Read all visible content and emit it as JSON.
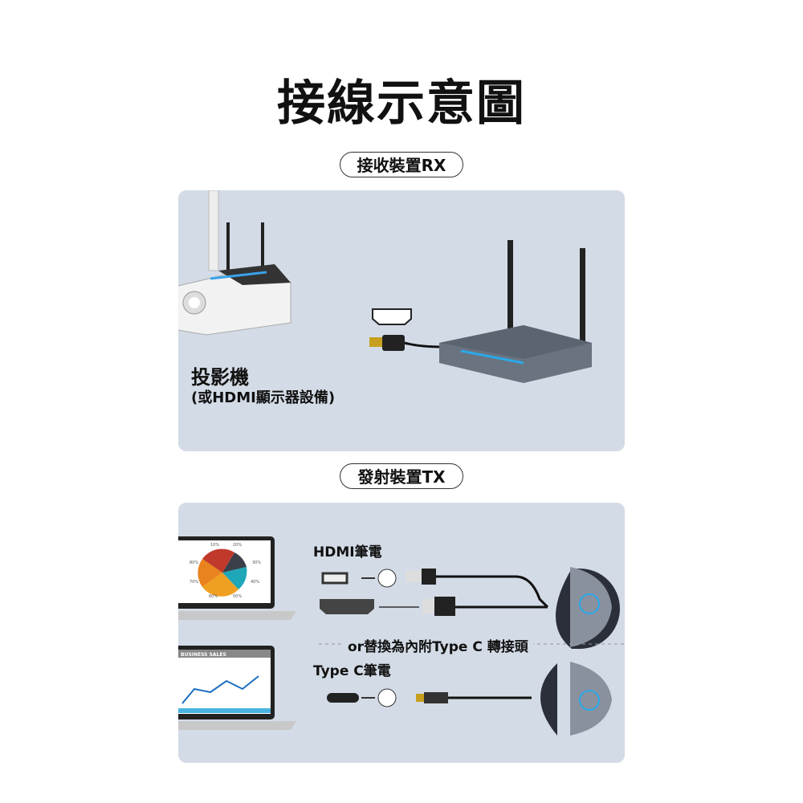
{
  "title": "接線示意圖",
  "rx": {
    "label": "接收裝置RX",
    "device_name": "投影機",
    "device_sub": "(或HDMI顯示器設備)"
  },
  "tx": {
    "label": "發射裝置TX",
    "hdmi_laptop": "HDMI筆電",
    "alternative": "or替換為內附Type C 轉接頭",
    "typec_laptop": "Type C筆電"
  },
  "screen1": {
    "ticks": [
      "10%",
      "20%",
      "30%",
      "40%",
      "50%",
      "60%",
      "70%",
      "80%"
    ]
  },
  "screen2": {
    "header": "BUSINESS SALES"
  },
  "colors": {
    "panel": "#d3dbe6",
    "accent_led": "#2aa8e8"
  }
}
